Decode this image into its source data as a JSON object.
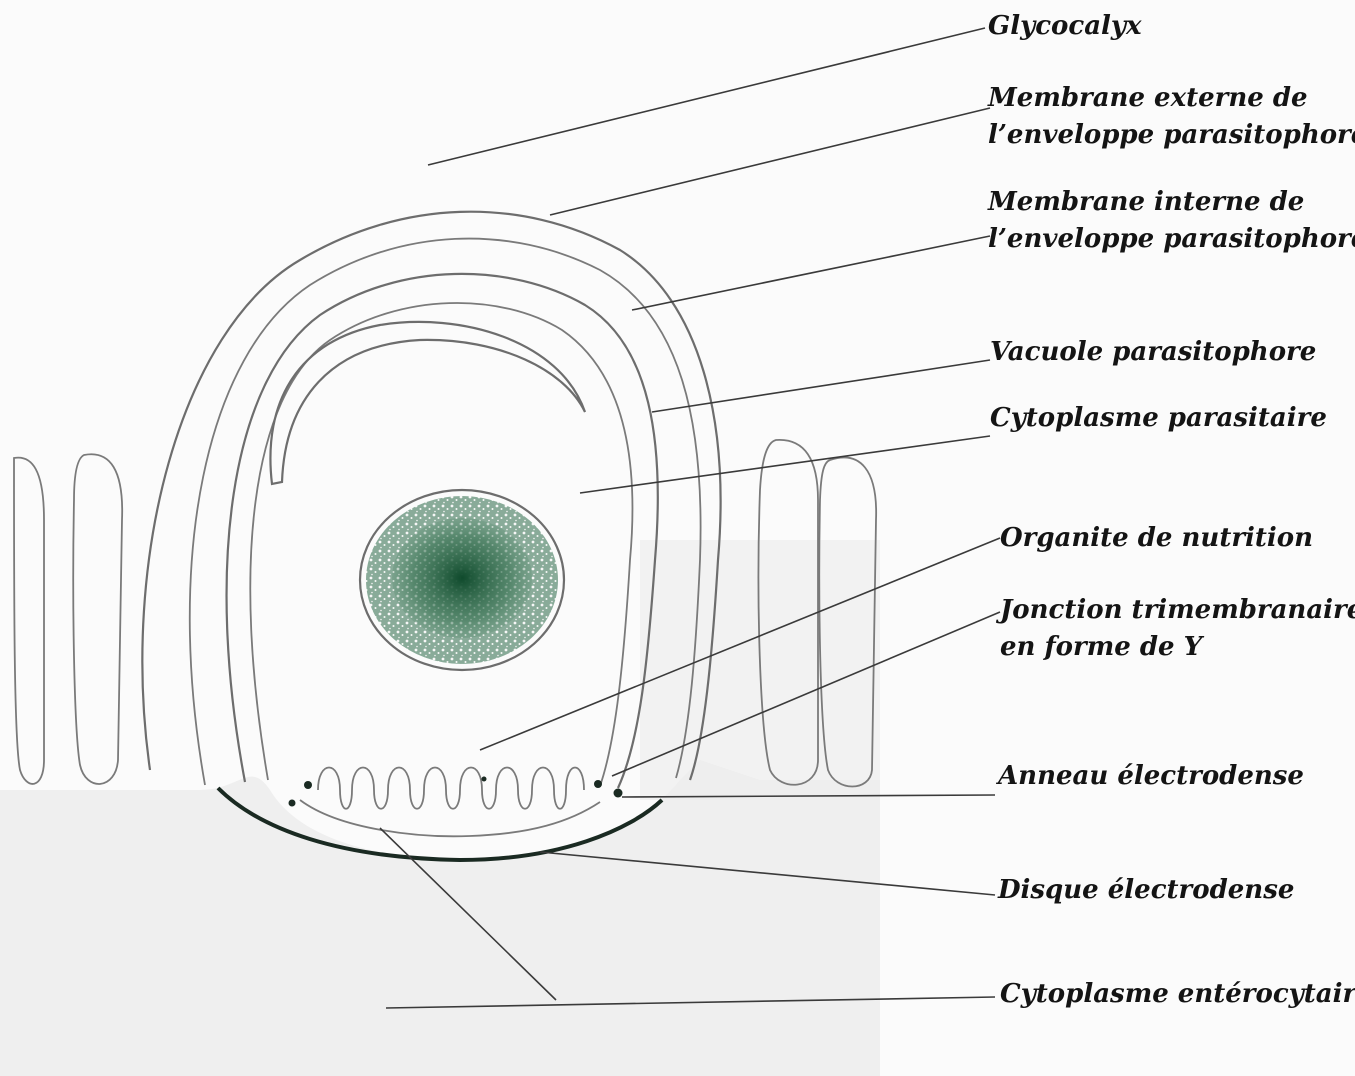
{
  "diagram": {
    "labels": {
      "glycocalyx": "Glycocalyx",
      "membrane_externe_1": "Membrane externe de",
      "membrane_externe_2": "l’enveloppe parasitophore",
      "membrane_interne_1": "Membrane interne de",
      "membrane_interne_2": "l’enveloppe parasitophore",
      "vacuole": "Vacuole parasitophore",
      "cytoplasme_parasitaire": "Cytoplasme parasitaire",
      "organite": "Organite de nutrition",
      "jonction_1": "Jonction trimembranaire",
      "jonction_2": "en forme de Y",
      "anneau": "Anneau électrodense",
      "disque": "Disque électrodense",
      "cytoplasme_enterocytaire": "Cytoplasme entérocytaire"
    },
    "colors": {
      "background": "#fbfbfb",
      "cell_shading": "#ececec",
      "outline": "#6d6d6d",
      "leader": "#3a3a3a",
      "nucleus": "#1e5a3c",
      "electrodense": "#1a2a22"
    }
  }
}
